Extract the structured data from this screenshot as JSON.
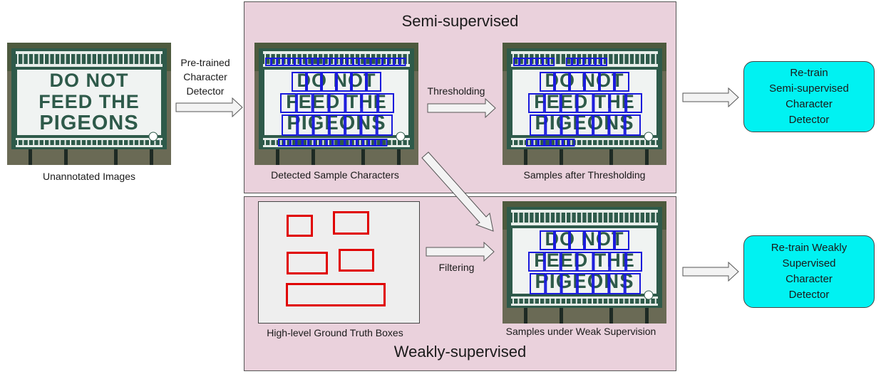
{
  "panels": {
    "semi_title": "Semi-supervised",
    "weak_title": "Weakly-supervised"
  },
  "captions": {
    "unannotated": "Unannotated Images",
    "detected": "Detected Sample Characters",
    "after_threshold": "Samples after Thresholding",
    "ground_truth": "High-level Ground Truth Boxes",
    "weak_samples": "Samples under Weak Supervision"
  },
  "arrow_labels": {
    "pretrained": "Pre-trained\nCharacter\nDetector",
    "thresholding": "Thresholding",
    "filtering": "Filtering"
  },
  "sign": {
    "line1": "DO NOT",
    "line2": "FEED THE",
    "line3": "PIGEONS"
  },
  "outputs": {
    "semi": "Re-train\nSemi-supervised\nCharacter\nDetector",
    "weak": "Re-train Weakly\nSupervised\nCharacter\nDetector"
  },
  "colors": {
    "panel_bg": "#ead1dc",
    "output_bg": "#00f2f2",
    "detection_box": "#1a1adc",
    "ground_truth_box": "#e00000",
    "sign_green": "#2e5a4a"
  }
}
